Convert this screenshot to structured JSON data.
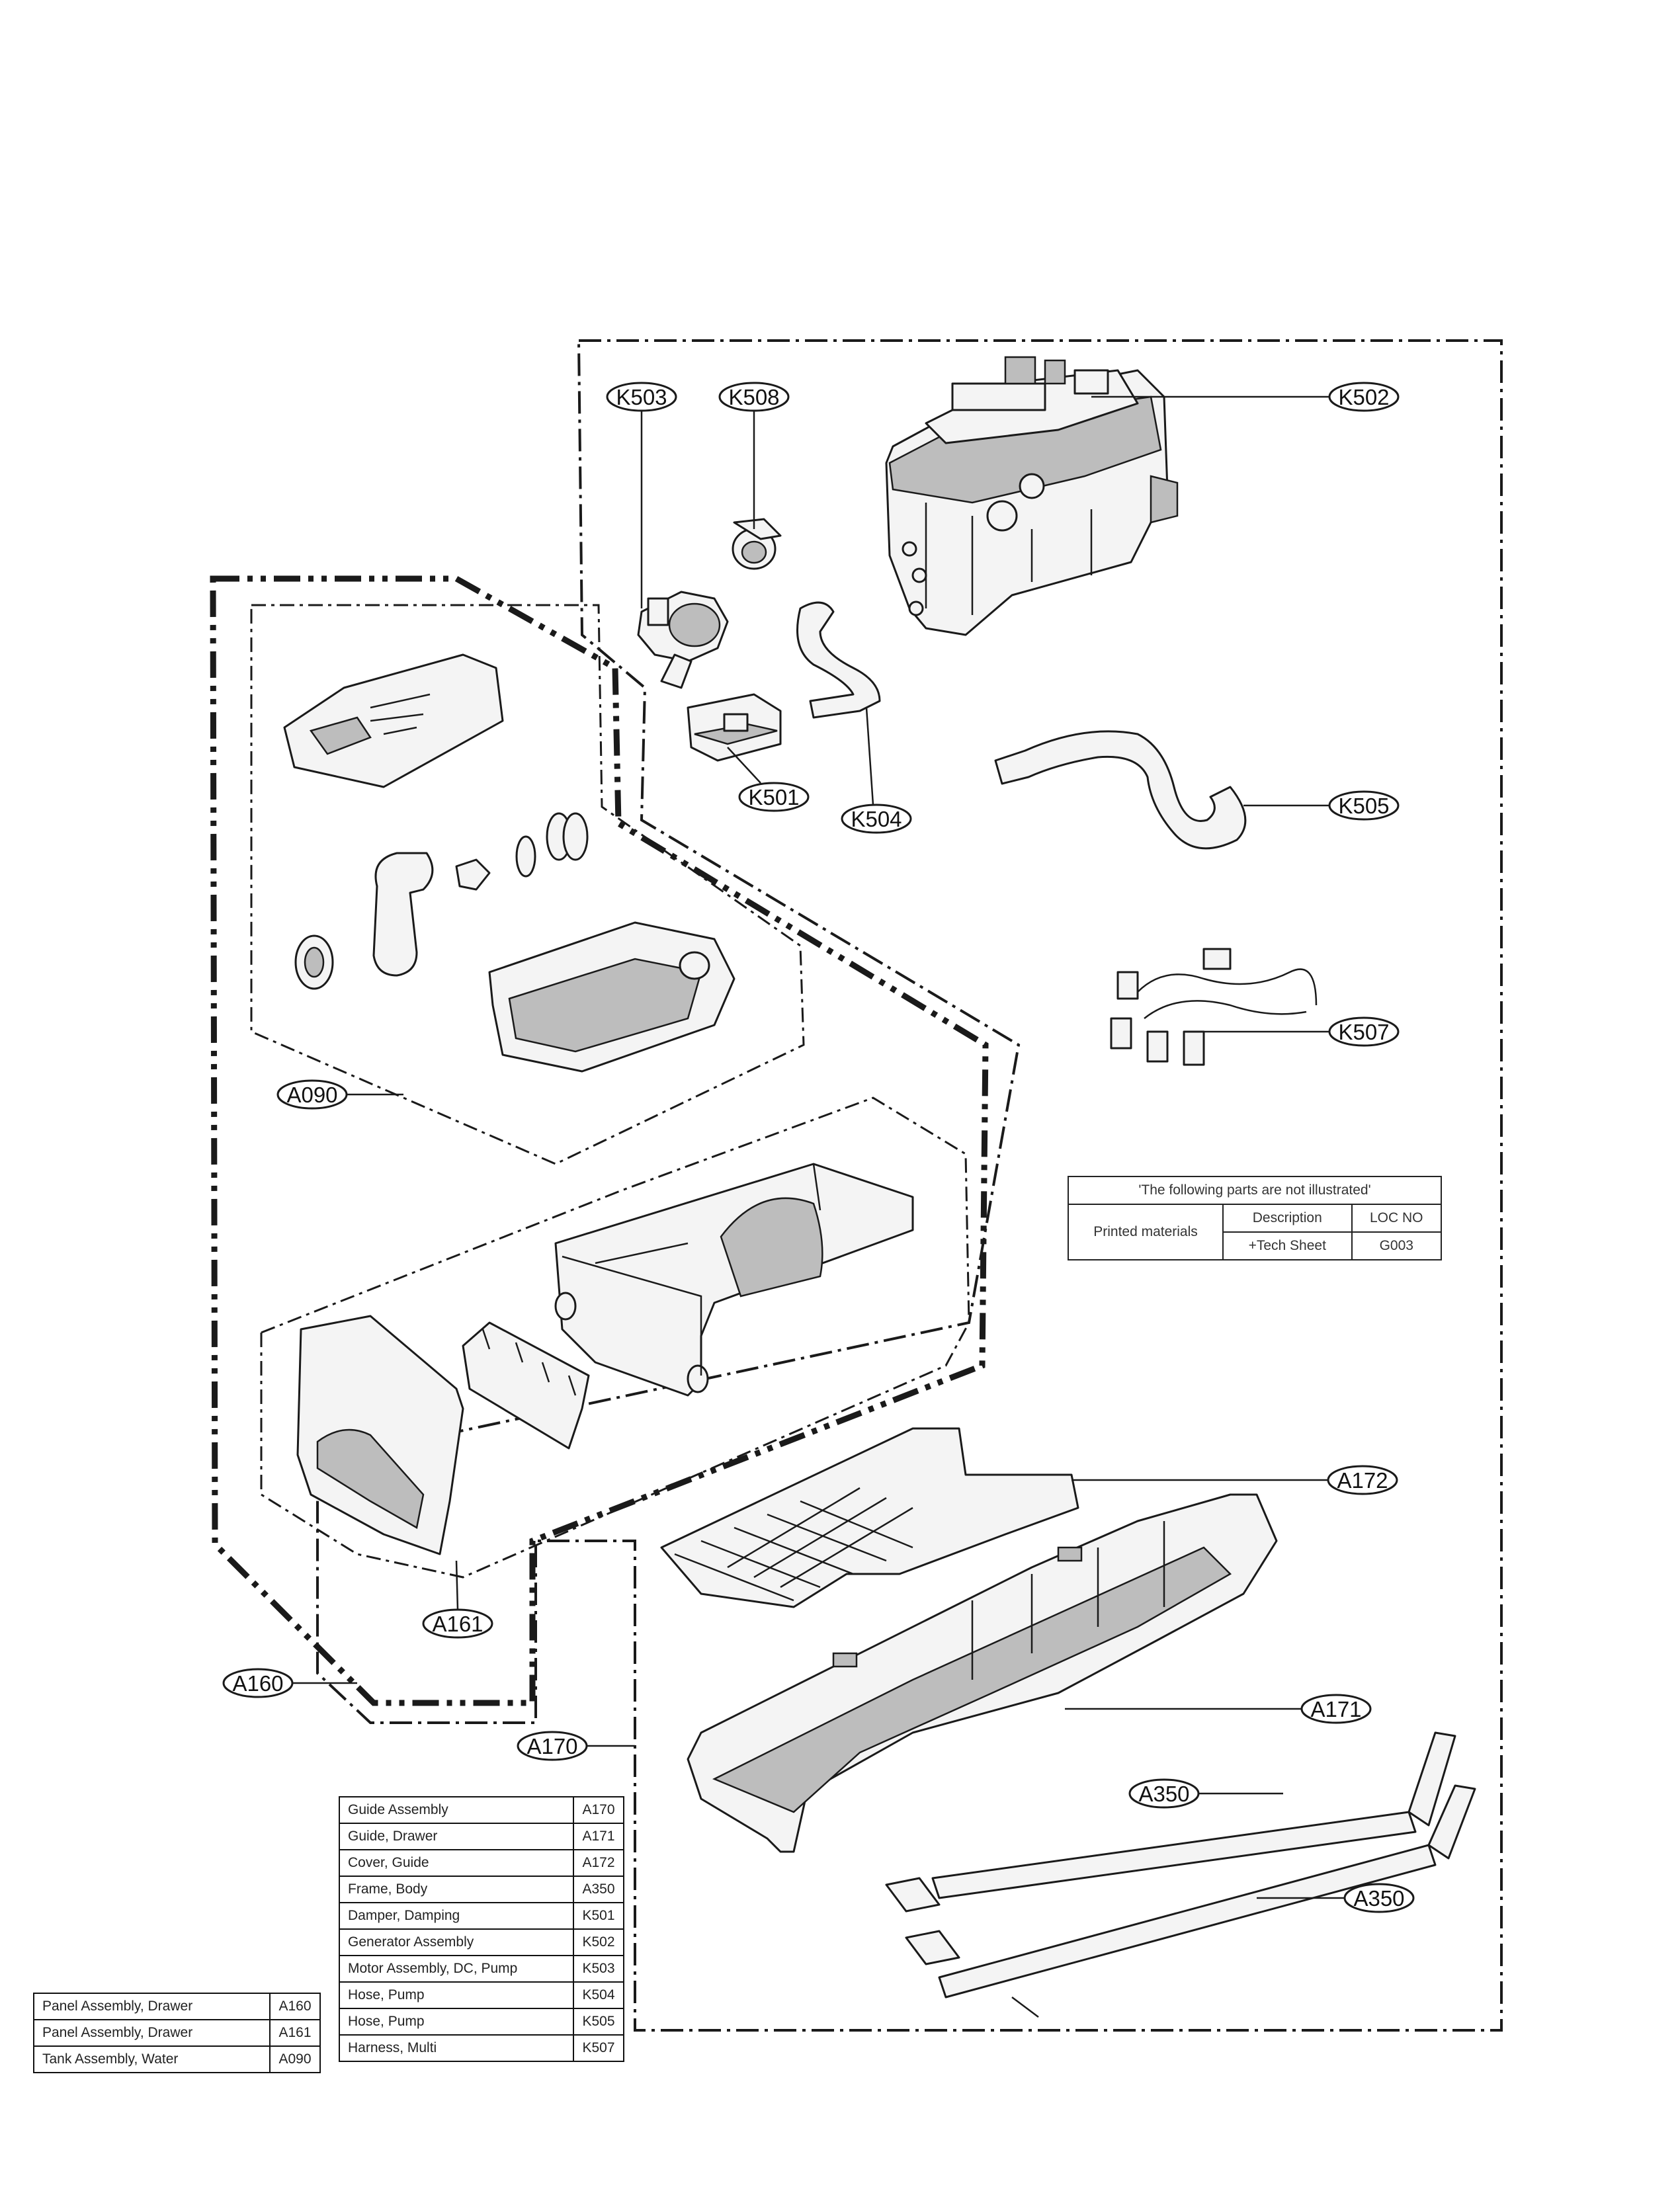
{
  "callouts": {
    "k503": "K503",
    "k508": "K508",
    "k502": "K502",
    "k501": "K501",
    "k504": "K504",
    "k505": "K505",
    "k507": "K507",
    "a090": "A090",
    "a172": "A172",
    "a161": "A161",
    "a171": "A171",
    "a160": "A160",
    "a170": "A170",
    "a350_top": "A350",
    "a350_bottom": "A350"
  },
  "parts_table": [
    {
      "description": "Guide Assembly",
      "loc": "A170"
    },
    {
      "description": "Guide, Drawer",
      "loc": "A171"
    },
    {
      "description": "Cover, Guide",
      "loc": "A172"
    },
    {
      "description": "Frame, Body",
      "loc": "A350"
    },
    {
      "description": "Damper, Damping",
      "loc": "K501"
    },
    {
      "description": "Generator Assembly",
      "loc": "K502"
    },
    {
      "description": "Motor Assembly, DC, Pump",
      "loc": "K503"
    },
    {
      "description": "Hose, Pump",
      "loc": "K504"
    },
    {
      "description": "Hose, Pump",
      "loc": "K505"
    },
    {
      "description": "Harness, Multi",
      "loc": "K507"
    }
  ],
  "left_table": [
    {
      "description": "Panel Assembly, Drawer",
      "loc": "A160"
    },
    {
      "description": "Panel Assembly, Drawer",
      "loc": "A161"
    },
    {
      "description": "Tank Assembly, Water",
      "loc": "A090"
    }
  ],
  "not_illustrated": {
    "header": "'The following parts are not illustrated'",
    "group": "Printed materials",
    "col_description": "Description",
    "col_loc": "LOC NO",
    "item": "+Tech Sheet",
    "item_loc": "G003"
  },
  "colors": {
    "line": "#1a1a1a",
    "part_fill": "#f4f4f4",
    "part_shade": "#bdbdbd"
  }
}
